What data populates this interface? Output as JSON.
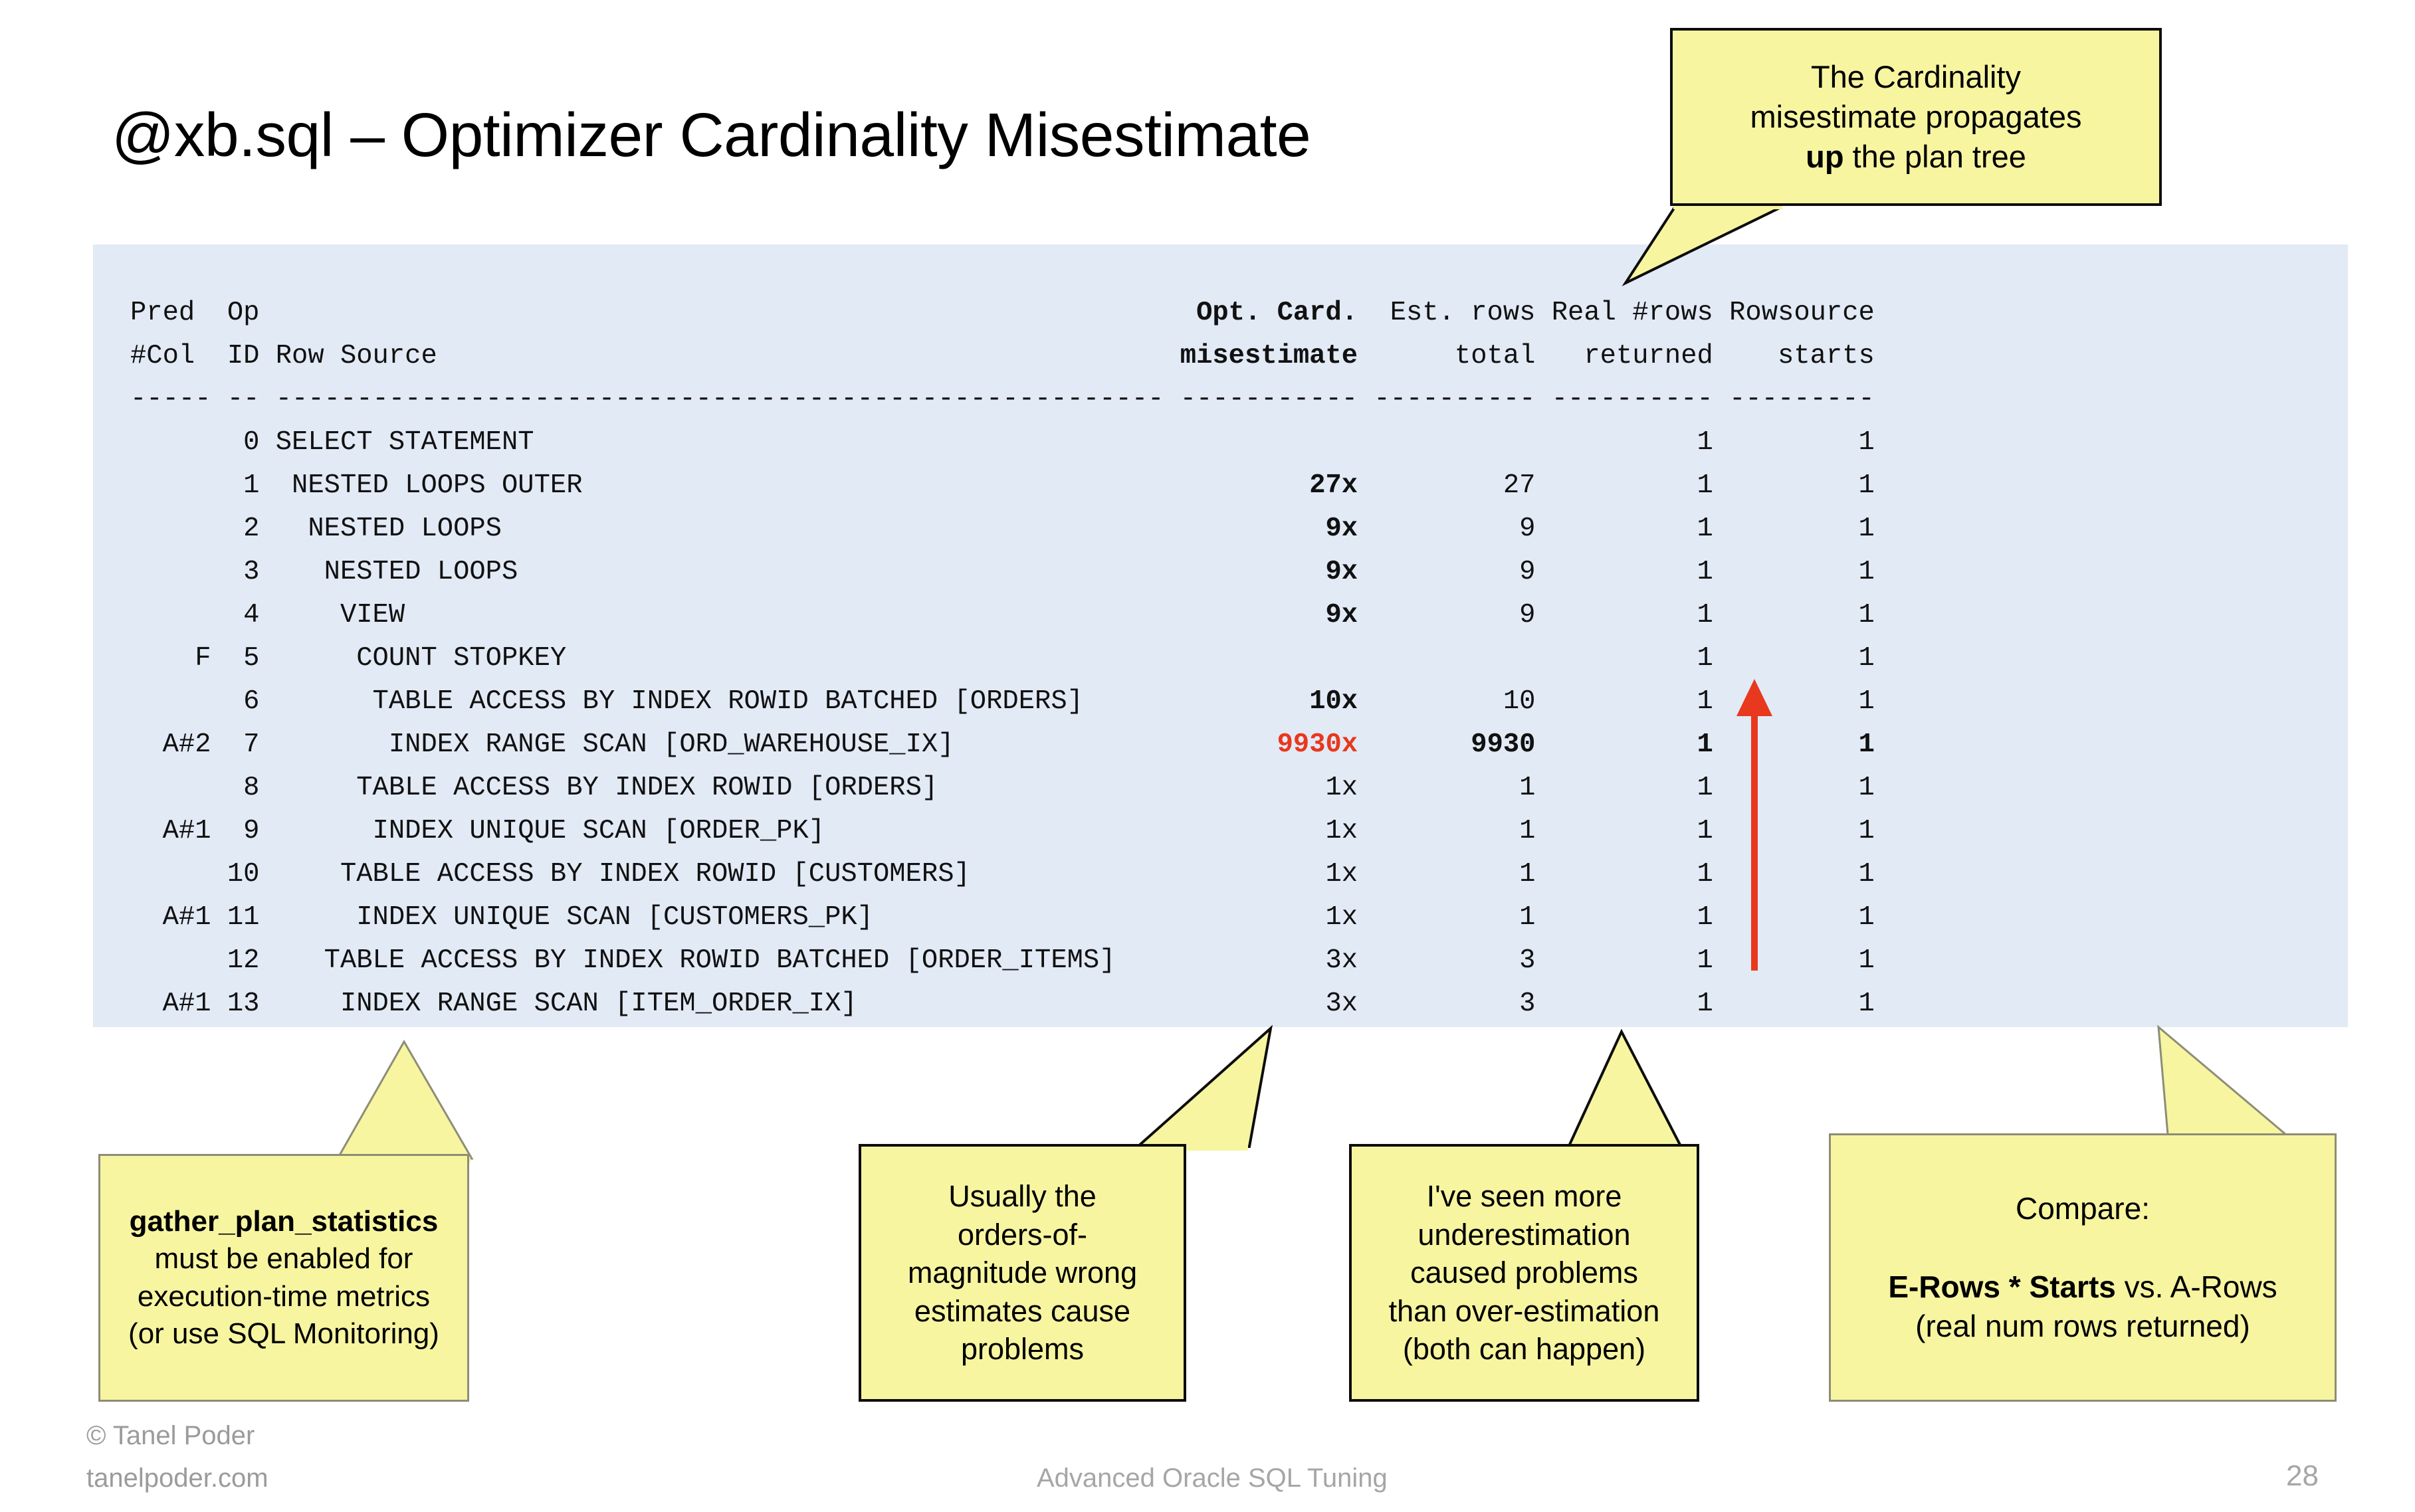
{
  "slide": {
    "title": "@xb.sql – Optimizer Cardinality Misestimate",
    "page_number": "28",
    "panel_bg": "#e2eaf6",
    "callout_bg": "#f7f5a0",
    "accent_red": "#e8381d"
  },
  "footer": {
    "copyright": "© Tanel Poder",
    "site": "tanelpoder.com",
    "center": "Advanced Oracle SQL Tuning"
  },
  "plan": {
    "header_line1": "Pred Op                                                          Opt. Card.  Est. rows Real #rows Rowsource",
    "header_line2": "#Col ID Row Source                                              misestimate      total  returned    starts",
    "separator": "----- -- ------------------------------------------------------- ----------- ---------- ---------- ---------",
    "columns": [
      "Pred #Col",
      "Op ID",
      "Row Source",
      "Opt. Card. misestimate",
      "Est. rows total",
      "Real #rows returned",
      "Rowsource starts"
    ],
    "header_cells": {
      "pred": "Pred",
      "op": "Op",
      "col": "#Col",
      "id": "ID",
      "row_source": "Row Source",
      "opt_card": "Opt. Card.",
      "misestimate": "misestimate",
      "est_rows": "Est. rows",
      "est_total": "total",
      "real_rows": "Real #rows",
      "returned": "returned",
      "rowsource": "Rowsource",
      "starts": "starts"
    },
    "rows": [
      {
        "pred": "",
        "id": "0",
        "source": "SELECT STATEMENT",
        "misest": "",
        "est": "",
        "arows": "1",
        "starts": "1",
        "bold_misest": false,
        "red": false,
        "bold_row": false
      },
      {
        "pred": "",
        "id": "1",
        "source": " NESTED LOOPS OUTER",
        "misest": "27x",
        "est": "27",
        "arows": "1",
        "starts": "1",
        "bold_misest": true,
        "red": false,
        "bold_row": false
      },
      {
        "pred": "",
        "id": "2",
        "source": "  NESTED LOOPS",
        "misest": "9x",
        "est": "9",
        "arows": "1",
        "starts": "1",
        "bold_misest": true,
        "red": false,
        "bold_row": false
      },
      {
        "pred": "",
        "id": "3",
        "source": "   NESTED LOOPS",
        "misest": "9x",
        "est": "9",
        "arows": "1",
        "starts": "1",
        "bold_misest": true,
        "red": false,
        "bold_row": false
      },
      {
        "pred": "",
        "id": "4",
        "source": "    VIEW",
        "misest": "9x",
        "est": "9",
        "arows": "1",
        "starts": "1",
        "bold_misest": true,
        "red": false,
        "bold_row": false
      },
      {
        "pred": "F",
        "id": "5",
        "source": "     COUNT STOPKEY",
        "misest": "",
        "est": "",
        "arows": "1",
        "starts": "1",
        "bold_misest": false,
        "red": false,
        "bold_row": false
      },
      {
        "pred": "",
        "id": "6",
        "source": "      TABLE ACCESS BY INDEX ROWID BATCHED [ORDERS]",
        "misest": "10x",
        "est": "10",
        "arows": "1",
        "starts": "1",
        "bold_misest": true,
        "red": false,
        "bold_row": false
      },
      {
        "pred": "A#2",
        "id": "7",
        "source": "       INDEX RANGE SCAN [ORD_WAREHOUSE_IX]",
        "misest": "9930x",
        "est": "9930",
        "arows": "1",
        "starts": "1",
        "bold_misest": true,
        "red": true,
        "bold_row": true
      },
      {
        "pred": "",
        "id": "8",
        "source": "     TABLE ACCESS BY INDEX ROWID [ORDERS]",
        "misest": "1x",
        "est": "1",
        "arows": "1",
        "starts": "1",
        "bold_misest": false,
        "red": false,
        "bold_row": false
      },
      {
        "pred": "A#1",
        "id": "9",
        "source": "      INDEX UNIQUE SCAN [ORDER_PK]",
        "misest": "1x",
        "est": "1",
        "arows": "1",
        "starts": "1",
        "bold_misest": false,
        "red": false,
        "bold_row": false
      },
      {
        "pred": "",
        "id": "10",
        "source": "    TABLE ACCESS BY INDEX ROWID [CUSTOMERS]",
        "misest": "1x",
        "est": "1",
        "arows": "1",
        "starts": "1",
        "bold_misest": false,
        "red": false,
        "bold_row": false
      },
      {
        "pred": "A#1",
        "id": "11",
        "source": "     INDEX UNIQUE SCAN [CUSTOMERS_PK]",
        "misest": "1x",
        "est": "1",
        "arows": "1",
        "starts": "1",
        "bold_misest": false,
        "red": false,
        "bold_row": false
      },
      {
        "pred": "",
        "id": "12",
        "source": "   TABLE ACCESS BY INDEX ROWID BATCHED [ORDER_ITEMS]",
        "misest": "3x",
        "est": "3",
        "arows": "1",
        "starts": "1",
        "bold_misest": false,
        "red": false,
        "bold_row": false
      },
      {
        "pred": "A#1",
        "id": "13",
        "source": "    INDEX RANGE SCAN [ITEM_ORDER_IX]",
        "misest": "3x",
        "est": "3",
        "arows": "1",
        "starts": "1",
        "bold_misest": false,
        "red": false,
        "bold_row": false
      }
    ]
  },
  "callouts": {
    "top": {
      "lines": [
        "The Cardinality",
        "misestimate propagates",
        "up the plan tree"
      ],
      "bold_word": "up"
    },
    "gather_plan_statistics": {
      "lines": [
        "gather_plan_statistics",
        "must be enabled for",
        "execution-time metrics",
        "(or use SQL Monitoring)"
      ],
      "bold_line_index": 0
    },
    "usually": {
      "lines": [
        "Usually the",
        "orders-of-",
        "magnitude wrong",
        "estimates cause",
        "problems"
      ]
    },
    "seen_more": {
      "lines": [
        "I've seen more",
        "underestimation",
        "caused problems",
        "than over-estimation",
        "(both can happen)"
      ]
    },
    "compare": {
      "lines": [
        "Compare:",
        "",
        "E-Rows * Starts vs. A-Rows",
        "(real num rows returned)"
      ],
      "bold_fragment": "E-Rows * Starts",
      "rest_fragment": " vs. A-Rows"
    }
  }
}
